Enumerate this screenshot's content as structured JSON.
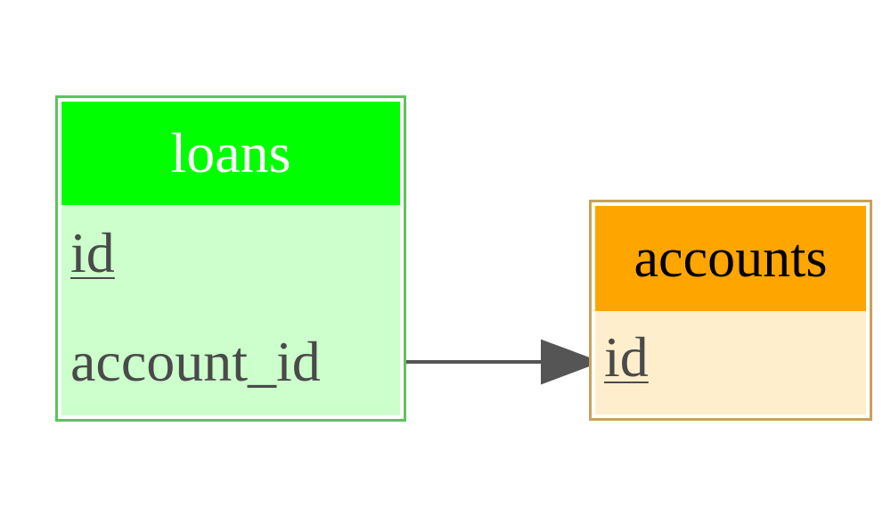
{
  "diagram": {
    "tables": [
      {
        "id": "loans",
        "name": "loans",
        "header_color": "#00ff00",
        "header_text_color": "#ffffff",
        "body_color": "#ccffcc",
        "border_color": "#5cc45c",
        "fields": [
          {
            "name": "id",
            "primary_key": true
          },
          {
            "name": "account_id",
            "primary_key": false
          }
        ]
      },
      {
        "id": "accounts",
        "name": "accounts",
        "header_color": "#ffa500",
        "header_text_color": "#000000",
        "body_color": "#ffeecc",
        "border_color": "#c8a25a",
        "fields": [
          {
            "name": "id",
            "primary_key": true
          }
        ]
      }
    ],
    "relationships": [
      {
        "from_table": "loans",
        "from_field": "account_id",
        "to_table": "accounts",
        "to_field": "id",
        "line_color": "#555555"
      }
    ]
  }
}
